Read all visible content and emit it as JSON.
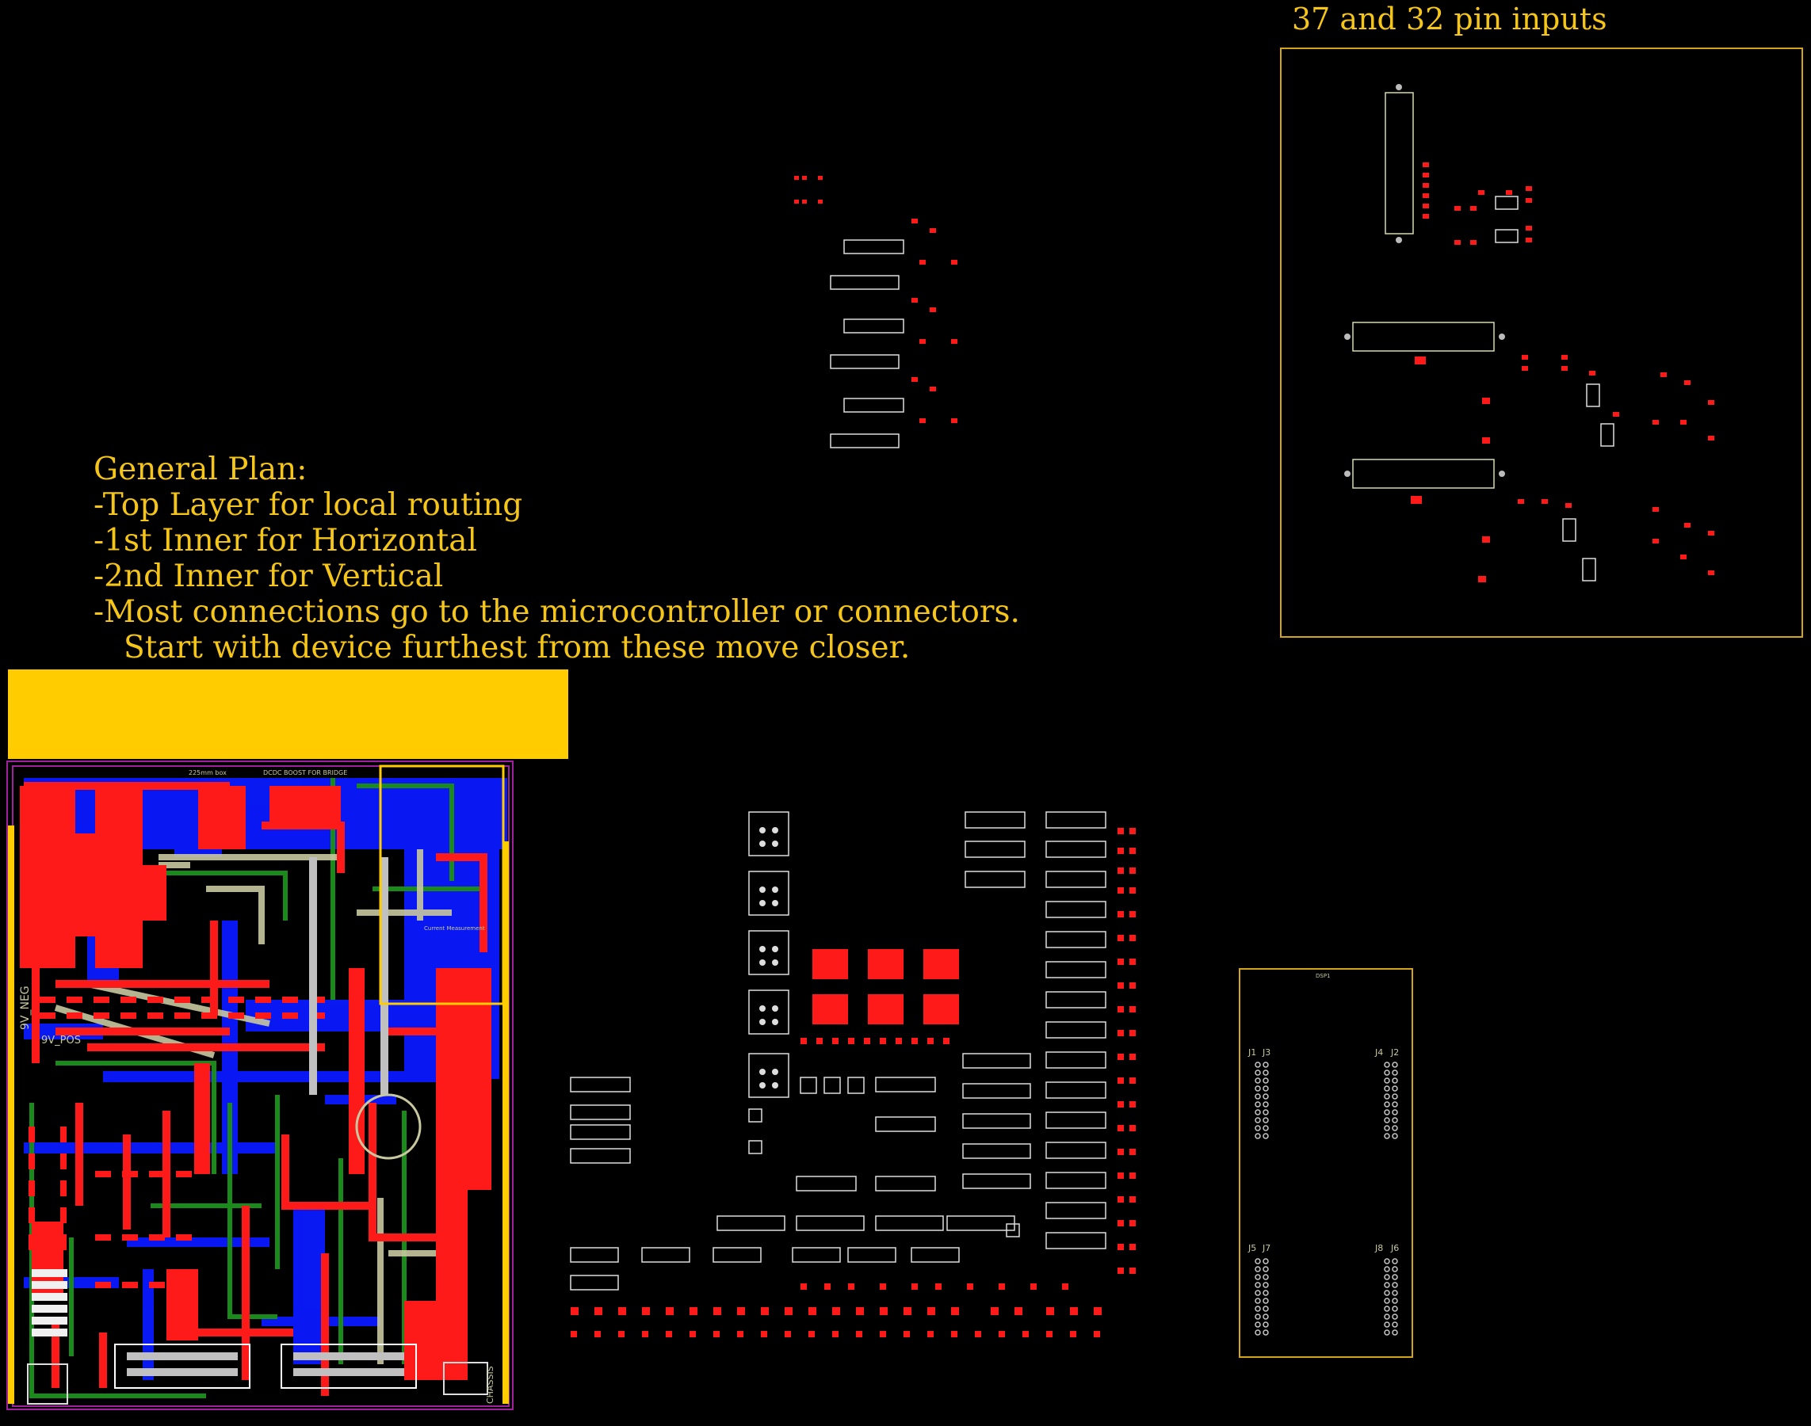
{
  "header_title": "37 and 32 pin inputs",
  "plan": {
    "title": "General Plan:",
    "lines": [
      "-Top Layer for local routing",
      "-1st Inner for Horizontal",
      "-2nd Inner for Vertical",
      "-Most connections go to the microcontroller or connectors.",
      "Start with device furthest from these move closer."
    ]
  },
  "board_labels": {
    "box_label": "225mm box",
    "boost_label": "DCDC BOOST FOR BRIDGE",
    "neg_label": "9V_NEG",
    "pos_label": "9V_POS",
    "chassis_label": "CHASSIS",
    "current_label": "Current Measurement"
  },
  "connector_labels": {
    "dsp": "DSP1",
    "j1": "J1",
    "j3": "J3",
    "j4": "J4",
    "j2": "J2",
    "j5": "J5",
    "j7": "J7",
    "j8": "J8",
    "j6": "J6"
  },
  "colors": {
    "background": "#000000",
    "label_gold": "#f5c518",
    "yellow_block": "#ffcc00",
    "copper_top": "#ff1a1a",
    "copper_inner1": "#0a1aff",
    "copper_inner2": "#1a8a1a",
    "silkscreen": "#c8c8a0",
    "outline": "#a020a0"
  }
}
